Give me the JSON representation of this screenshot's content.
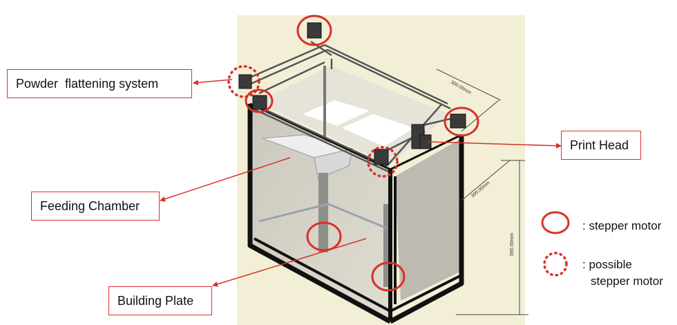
{
  "labels": {
    "powder": "Powder  flattening system",
    "print_head": "Print Head",
    "feeding": "Feeding Chamber",
    "building": "Building Plate"
  },
  "dimensions": {
    "top_depth": "300.00mm",
    "side_depth": "300.00mm",
    "height": "590.00mm"
  },
  "legend": {
    "solid": ": stepper motor",
    "dotted_line1": ": possible",
    "dotted_line2": "stepper motor"
  },
  "colors": {
    "accent_red": "#d9302a",
    "background_panel": "#f3efd7",
    "frame": "#111111",
    "glass": "#cfccc0"
  }
}
